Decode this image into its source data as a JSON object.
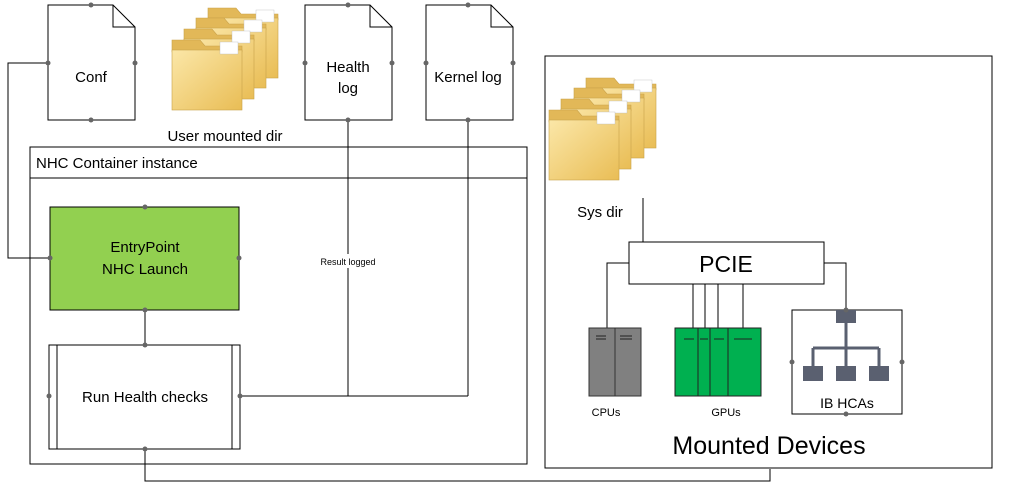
{
  "files": {
    "conf": "Conf",
    "health_log_line1": "Health",
    "health_log_line2": "log",
    "kernel_log": "Kernel log"
  },
  "folders": {
    "user_mounted": "User mounted dir",
    "sys": "Sys dir"
  },
  "container": {
    "title": "NHC Container instance",
    "entrypoint_line1": "EntryPoint",
    "entrypoint_line2": "NHC Launch",
    "run_checks": "Run Health checks",
    "result_label": "Result logged"
  },
  "devices": {
    "title": "Mounted Devices",
    "pcie": "PCIE",
    "cpus": "CPUs",
    "gpus": "GPUs",
    "ib": "IB HCAs"
  },
  "colors": {
    "entrypoint_fill": "#92d050",
    "gpu_fill": "#00b050",
    "cpu_fill": "#808080",
    "folder_fill": "#f5d27a",
    "network_icon": "#5a6070"
  }
}
